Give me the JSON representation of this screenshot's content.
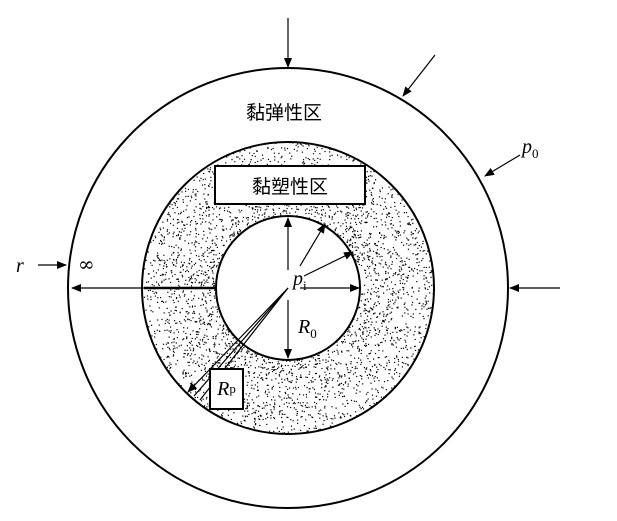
{
  "zones": {
    "viscoelastic": "黏弹性区",
    "viscoplastic": "黏塑性区"
  },
  "symbols": {
    "r": "r",
    "infinity": "∞",
    "p0": "p",
    "p0_sub": "0",
    "pi": "p",
    "pi_sub": "i",
    "R0": "R",
    "R0_sub": "0",
    "Rp": "R",
    "Rp_sub": "p"
  }
}
